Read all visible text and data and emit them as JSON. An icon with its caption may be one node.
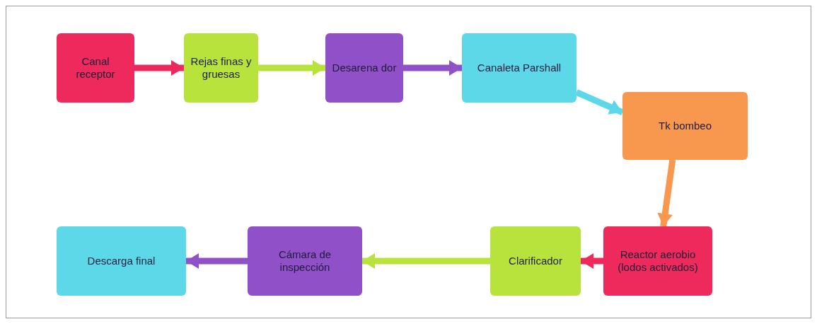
{
  "diagram": {
    "nodes": [
      {
        "text": [
          "Canal receptor"
        ]
      },
      {
        "text": [
          "Rejas finas y gruesas"
        ]
      },
      {
        "text": [
          "Desarena dor"
        ]
      },
      {
        "text": [
          "Canaleta Parshall"
        ]
      },
      {
        "text": [
          "Tk bombeo"
        ]
      },
      {
        "text": [
          "Reactor aerobio (lodos activados)"
        ]
      },
      {
        "text": [
          "Clarificador"
        ]
      },
      {
        "text": [
          "Cámara de inspección"
        ]
      },
      {
        "text": [
          "Descarga final"
        ]
      }
    ],
    "edges": [
      {
        "from": 0,
        "to": 1,
        "arrow": "to",
        "color": "#ee2a5c"
      },
      {
        "from": 1,
        "to": 2,
        "arrow": "to",
        "color": "#b8e23c"
      },
      {
        "from": 2,
        "to": 3,
        "arrow": "to",
        "color": "#9050c8"
      },
      {
        "from": 3,
        "to": 4,
        "arrow": "to",
        "color": "#5cd8e8"
      },
      {
        "from": 4,
        "to": 5,
        "arrow": "to",
        "color": "#f8984e"
      },
      {
        "from": 5,
        "to": 6,
        "arrow": "to",
        "color": "#ee2a5c"
      },
      {
        "from": 6,
        "to": 7,
        "arrow": "to",
        "color": "#b8e23c"
      },
      {
        "from": 7,
        "to": 8,
        "arrow": "to",
        "color": "#9050c8"
      }
    ]
  }
}
